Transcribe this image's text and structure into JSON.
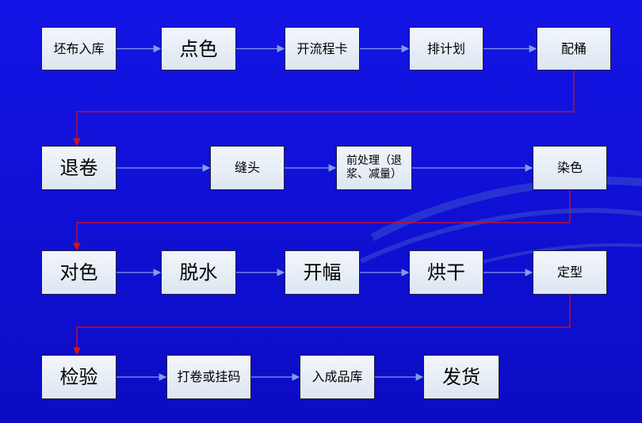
{
  "title": "",
  "colors": {
    "background": "#1010d8",
    "box_fill": "#e8eef7",
    "arrow": "#7f9fe8",
    "connector": "#e01010"
  },
  "steps": [
    {
      "id": "s1",
      "label": "坯布入库",
      "row": 0
    },
    {
      "id": "s2",
      "label": "点色",
      "row": 0
    },
    {
      "id": "s3",
      "label": "开流程卡",
      "row": 0
    },
    {
      "id": "s4",
      "label": "排计划",
      "row": 0
    },
    {
      "id": "s5",
      "label": "配桶",
      "row": 0
    },
    {
      "id": "s6",
      "label": "退卷",
      "row": 1
    },
    {
      "id": "s7",
      "label": "缝头",
      "row": 1
    },
    {
      "id": "s8",
      "label": "前处理（退浆、减量）",
      "row": 1
    },
    {
      "id": "s9",
      "label": "染色",
      "row": 1
    },
    {
      "id": "s10",
      "label": "对色",
      "row": 2
    },
    {
      "id": "s11",
      "label": "脱水",
      "row": 2
    },
    {
      "id": "s12",
      "label": "开幅",
      "row": 2
    },
    {
      "id": "s13",
      "label": "烘干",
      "row": 2
    },
    {
      "id": "s14",
      "label": "定型",
      "row": 2
    },
    {
      "id": "s15",
      "label": "检验",
      "row": 3
    },
    {
      "id": "s16",
      "label": "打卷或挂码",
      "row": 3
    },
    {
      "id": "s17",
      "label": "入成品库",
      "row": 3
    },
    {
      "id": "s18",
      "label": "发货",
      "row": 3
    }
  ],
  "edges": [
    {
      "from": "s1",
      "to": "s2",
      "kind": "flow"
    },
    {
      "from": "s2",
      "to": "s3",
      "kind": "flow"
    },
    {
      "from": "s3",
      "to": "s4",
      "kind": "flow"
    },
    {
      "from": "s4",
      "to": "s5",
      "kind": "flow"
    },
    {
      "from": "s5",
      "to": "s6",
      "kind": "row-wrap"
    },
    {
      "from": "s6",
      "to": "s7",
      "kind": "flow"
    },
    {
      "from": "s7",
      "to": "s8",
      "kind": "flow"
    },
    {
      "from": "s8",
      "to": "s9",
      "kind": "flow"
    },
    {
      "from": "s9",
      "to": "s10",
      "kind": "row-wrap"
    },
    {
      "from": "s10",
      "to": "s11",
      "kind": "flow"
    },
    {
      "from": "s11",
      "to": "s12",
      "kind": "flow"
    },
    {
      "from": "s12",
      "to": "s13",
      "kind": "flow"
    },
    {
      "from": "s13",
      "to": "s14",
      "kind": "flow"
    },
    {
      "from": "s14",
      "to": "s15",
      "kind": "row-wrap"
    },
    {
      "from": "s15",
      "to": "s16",
      "kind": "flow"
    },
    {
      "from": "s16",
      "to": "s17",
      "kind": "flow"
    },
    {
      "from": "s17",
      "to": "s18",
      "kind": "flow"
    }
  ]
}
